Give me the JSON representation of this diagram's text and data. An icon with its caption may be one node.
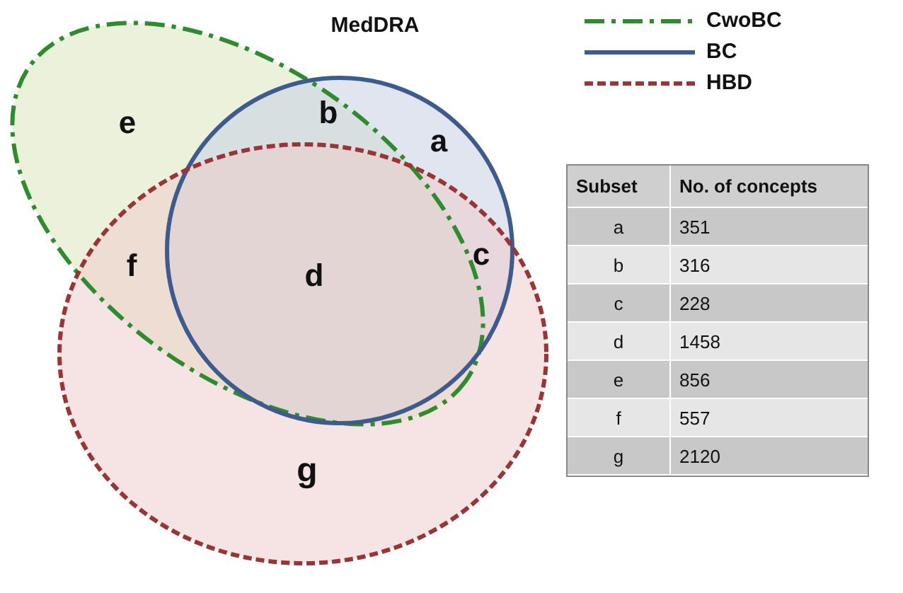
{
  "diagram": {
    "labels": [
      "MedDRA",
      "e",
      "b",
      "a",
      "f",
      "d",
      "c",
      "g",
      "Subset",
      "No. of concepts",
      "a",
      "351",
      "b",
      "316",
      "c",
      "228",
      "d",
      "1458",
      "e",
      "856",
      "f",
      "557",
      "g",
      "2120"
    ],
    "legend": [
      {
        "text": "CwoBC"
      },
      {
        "text": "BC"
      },
      {
        "text": "HBD"
      }
    ]
  }
}
